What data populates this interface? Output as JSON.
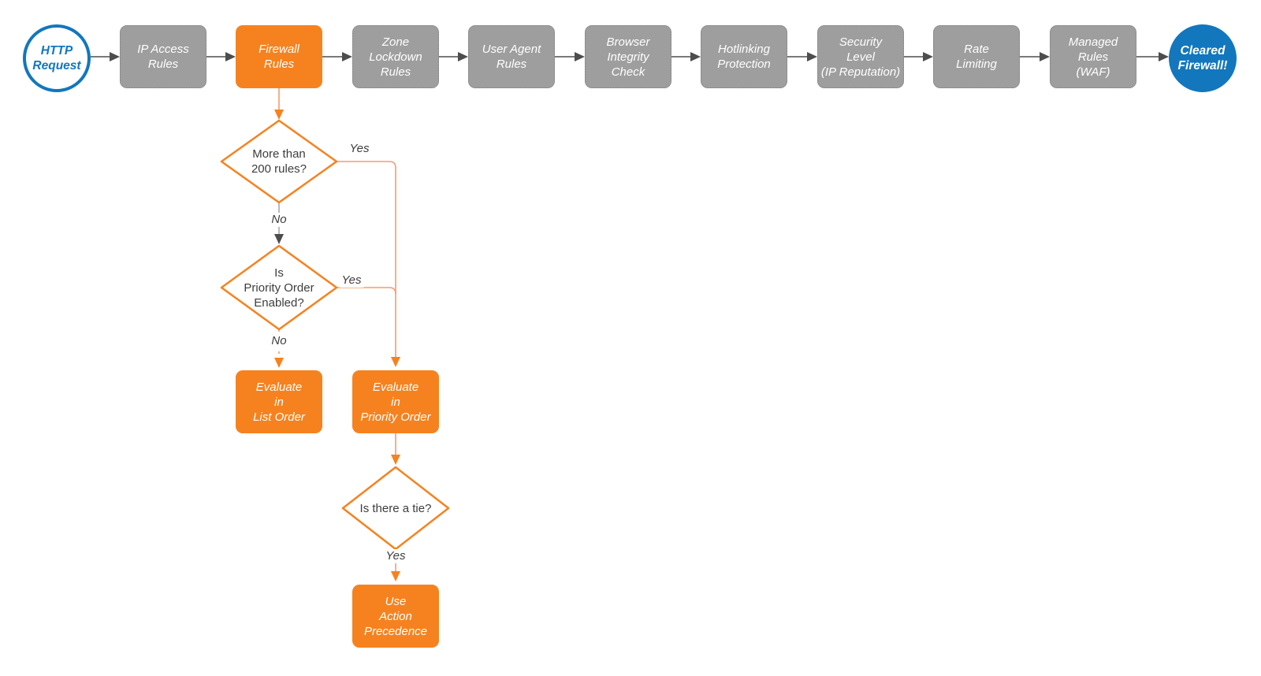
{
  "flow": {
    "start": {
      "label": [
        "HTTP",
        "Request"
      ]
    },
    "steps": [
      {
        "label": [
          "IP Access",
          "Rules"
        ],
        "highlighted": false
      },
      {
        "label": [
          "Firewall",
          "Rules"
        ],
        "highlighted": true
      },
      {
        "label": [
          "Zone",
          "Lockdown",
          "Rules"
        ],
        "highlighted": false
      },
      {
        "label": [
          "User Agent",
          "Rules"
        ],
        "highlighted": false
      },
      {
        "label": [
          "Browser",
          "Integrity",
          "Check"
        ],
        "highlighted": false
      },
      {
        "label": [
          "Hotlinking",
          "Protection"
        ],
        "highlighted": false
      },
      {
        "label": [
          "Security",
          "Level",
          "(IP Reputation)"
        ],
        "highlighted": false
      },
      {
        "label": [
          "Rate",
          "Limiting"
        ],
        "highlighted": false
      },
      {
        "label": [
          "Managed",
          "Rules",
          "(WAF)"
        ],
        "highlighted": false
      }
    ],
    "end": {
      "label": [
        "Cleared",
        "Firewall!"
      ]
    }
  },
  "tree": {
    "d1": {
      "question": [
        "More than",
        "200 rules?"
      ],
      "yes": "Yes",
      "no": "No"
    },
    "d2": {
      "question": [
        "Is",
        "Priority Order",
        "Enabled?"
      ],
      "yes": "Yes",
      "no": "No"
    },
    "evaluate_list": {
      "label": [
        "Evaluate",
        "in",
        "List Order"
      ]
    },
    "evaluate_priority": {
      "label": [
        "Evaluate",
        "in",
        "Priority Order"
      ]
    },
    "d3": {
      "question": [
        "Is there a tie?"
      ],
      "yes": "Yes"
    },
    "action": {
      "label": [
        "Use",
        "Action",
        "Precedence"
      ]
    }
  },
  "colors": {
    "orange": "#F6821F",
    "orange_connector": "#F59B6C",
    "gray_node_fill": "#9E9E9E",
    "gray_node_border": "#7E7E7E",
    "dark_connector": "#4D4D4D",
    "gray_connector": "#9B9B9B",
    "blue": "#1277BD",
    "text_dark": "#3D3D3D",
    "node_text": "#FFFFFF",
    "background": "#FFFFFF"
  }
}
